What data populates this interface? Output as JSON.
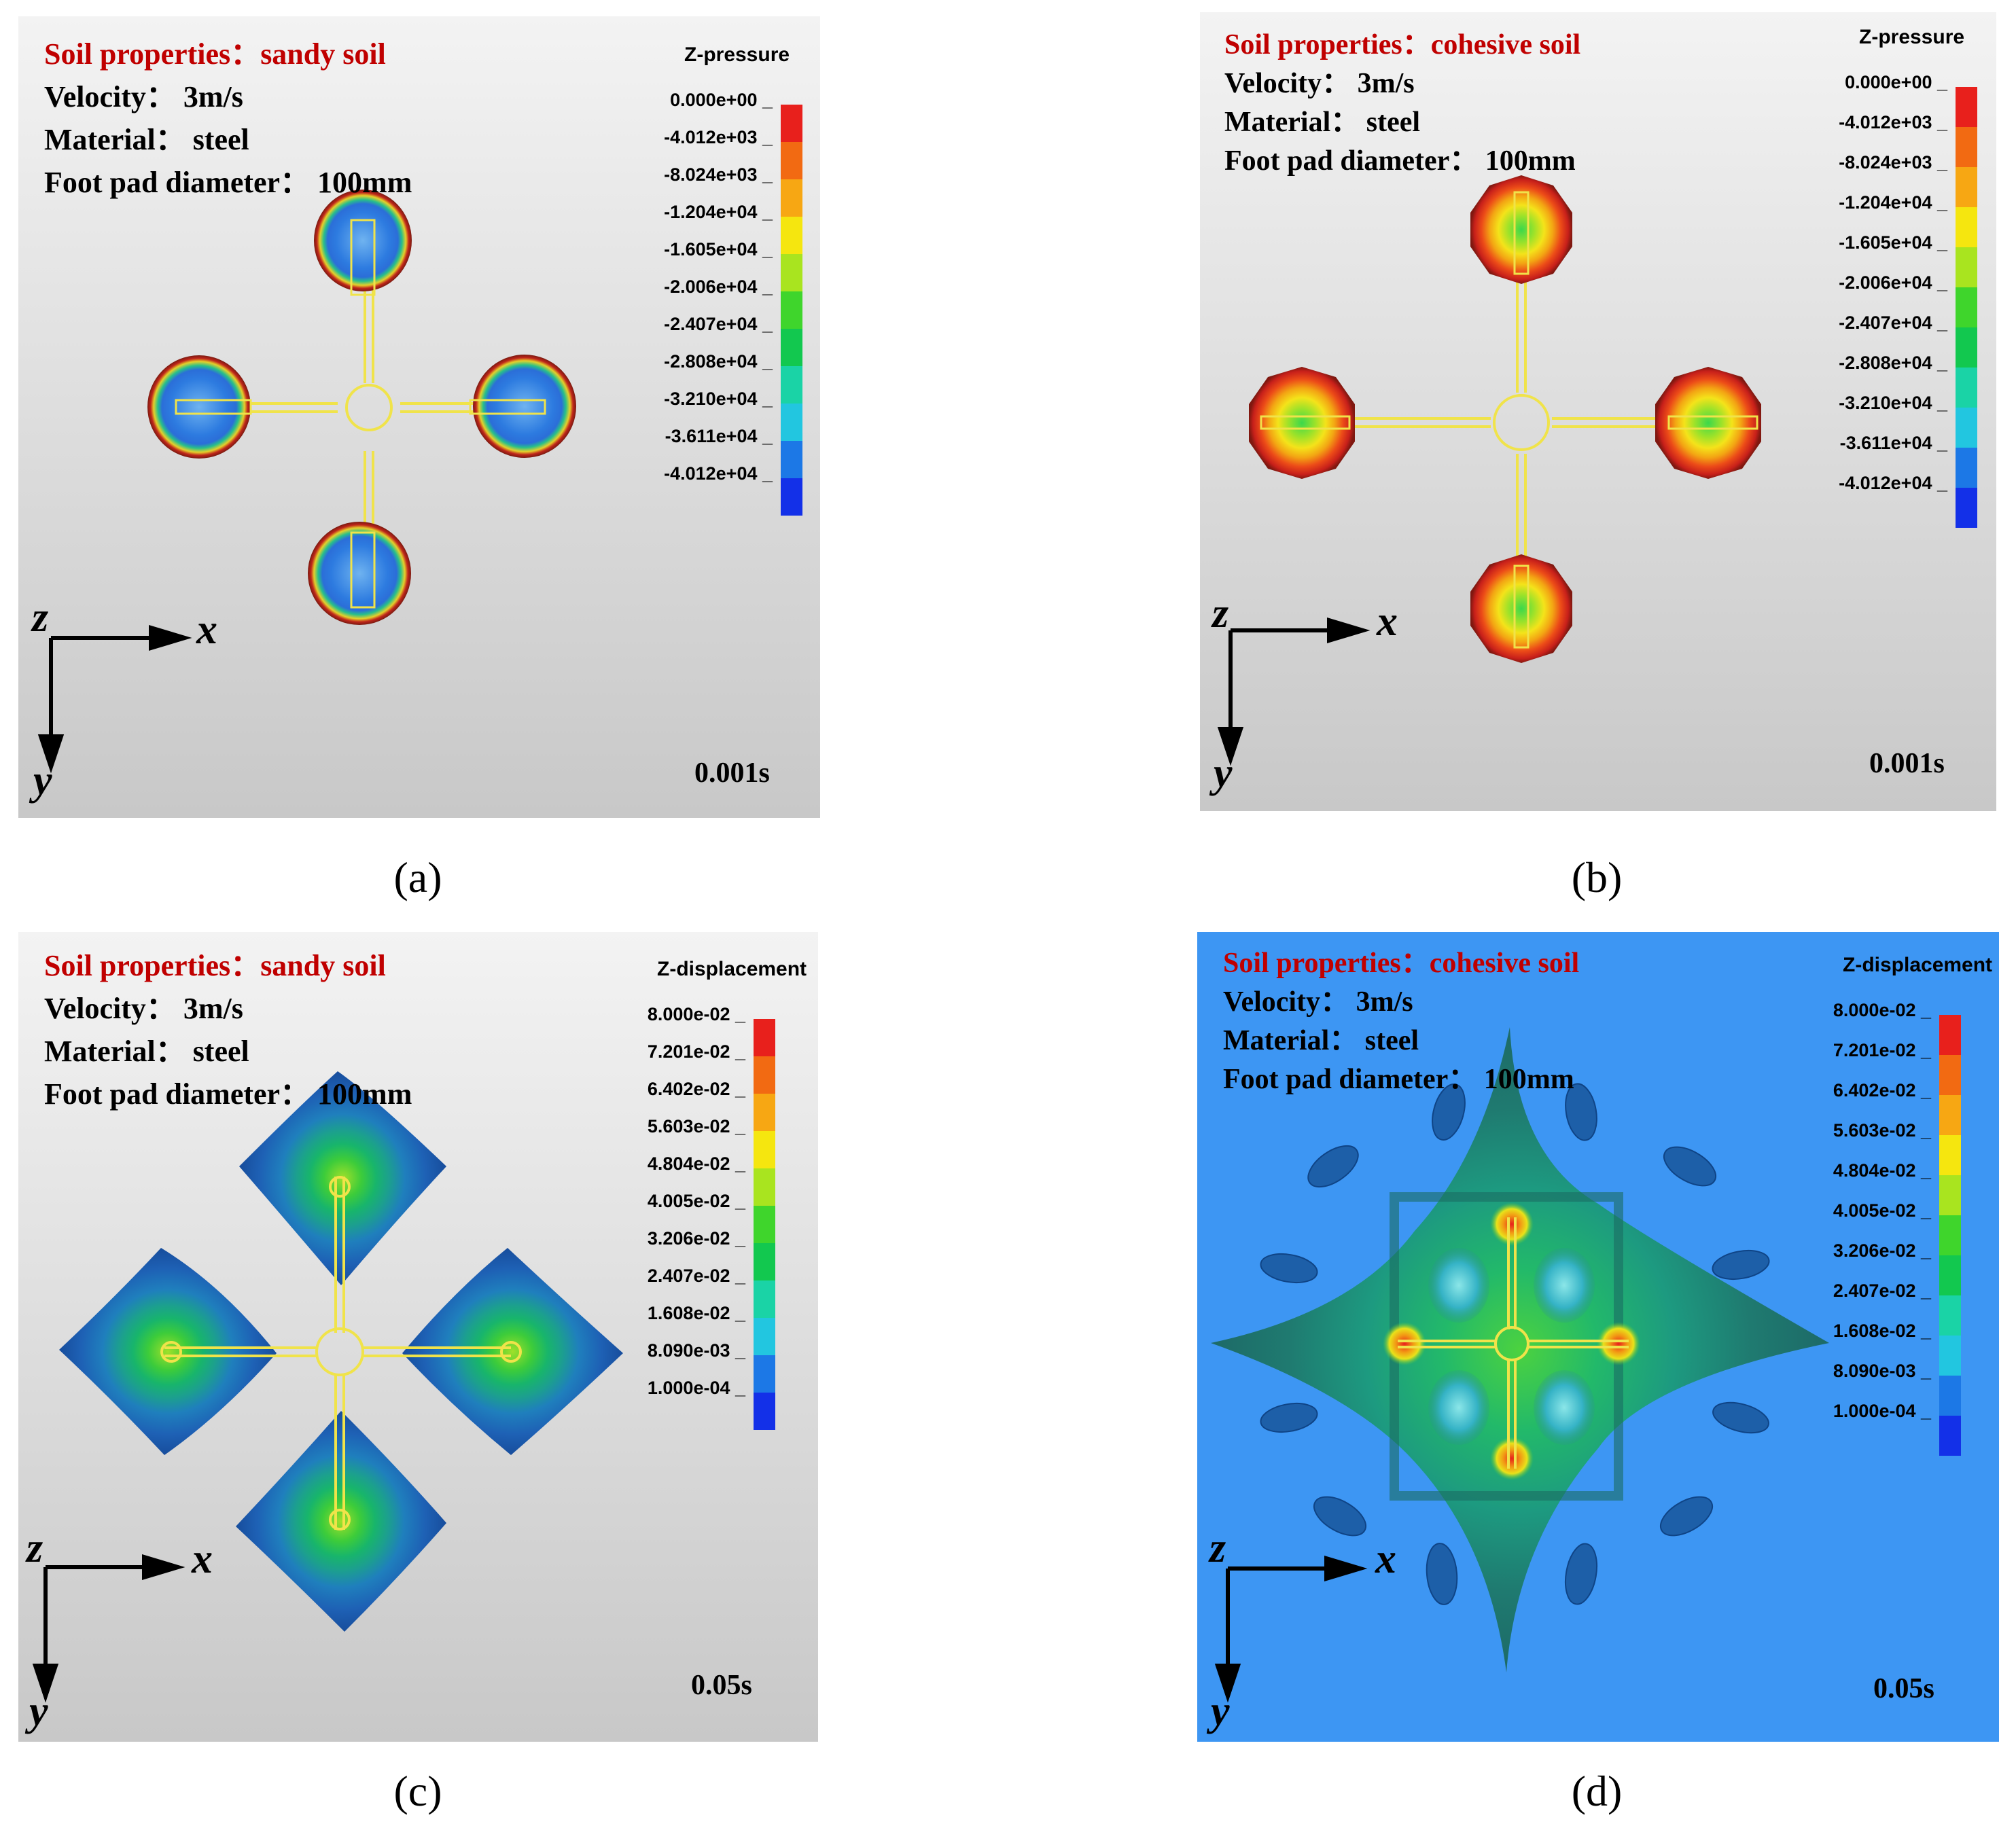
{
  "panels": {
    "a": {
      "soil_label": "Soil properties：",
      "soil_value": "sandy soil",
      "velocity": "Velocity：  3m/s",
      "material": "Material：  steel",
      "diameter": "Foot pad diameter：  100mm",
      "legend_title": "Z-pressure",
      "legend_values": [
        "0.000e+00",
        "-4.012e+03",
        "-8.024e+03",
        "-1.204e+04",
        "-1.605e+04",
        "-2.006e+04",
        "-2.407e+04",
        "-2.808e+04",
        "-3.210e+04",
        "-3.611e+04",
        "-4.012e+04"
      ],
      "time": "0.001s",
      "caption": "(a)"
    },
    "b": {
      "soil_label": "Soil properties：",
      "soil_value": "cohesive soil",
      "velocity": "Velocity：  3m/s",
      "material": "Material：  steel",
      "diameter": "Foot pad diameter：  100mm",
      "legend_title": "Z-pressure",
      "legend_values": [
        "0.000e+00",
        "-4.012e+03",
        "-8.024e+03",
        "-1.204e+04",
        "-1.605e+04",
        "-2.006e+04",
        "-2.407e+04",
        "-2.808e+04",
        "-3.210e+04",
        "-3.611e+04",
        "-4.012e+04"
      ],
      "time": "0.001s",
      "caption": "(b)"
    },
    "c": {
      "soil_label": "Soil properties：",
      "soil_value": "sandy soil",
      "velocity": "Velocity：  3m/s",
      "material": "Material：  steel",
      "diameter": "Foot pad diameter：  100mm",
      "legend_title": "Z-displacement",
      "legend_values": [
        "8.000e-02",
        "7.201e-02",
        "6.402e-02",
        "5.603e-02",
        "4.804e-02",
        "4.005e-02",
        "3.206e-02",
        "2.407e-02",
        "1.608e-02",
        "8.090e-03",
        "1.000e-04"
      ],
      "time": "0.05s",
      "caption": "(c)"
    },
    "d": {
      "soil_label": "Soil properties：",
      "soil_value": "cohesive soil",
      "velocity": "Velocity：  3m/s",
      "material": "Material：  steel",
      "diameter": "Foot pad diameter：  100mm",
      "legend_title": "Z-displacement",
      "legend_values": [
        "8.000e-02",
        "7.201e-02",
        "6.402e-02",
        "5.603e-02",
        "4.804e-02",
        "4.005e-02",
        "3.206e-02",
        "2.407e-02",
        "1.608e-02",
        "8.090e-03",
        "1.000e-04"
      ],
      "time": "0.05s",
      "caption": "(d)"
    }
  },
  "axes": {
    "x": "x",
    "y": "y",
    "z": "z"
  },
  "colors": {
    "scale": [
      "#e8201c",
      "#f26a12",
      "#f7a713",
      "#f5e60f",
      "#a9e41f",
      "#3fd52c",
      "#12c84f",
      "#1ad3a6",
      "#22c6e0",
      "#1c78e6",
      "#1330e8"
    ],
    "panel_bg_top": "#f3f3f3",
    "panel_bg_bottom": "#c9c9c9",
    "panel_d_bg": "#3d96f3",
    "soil_text": "#c00000",
    "frame_line": "#f0e34a"
  }
}
